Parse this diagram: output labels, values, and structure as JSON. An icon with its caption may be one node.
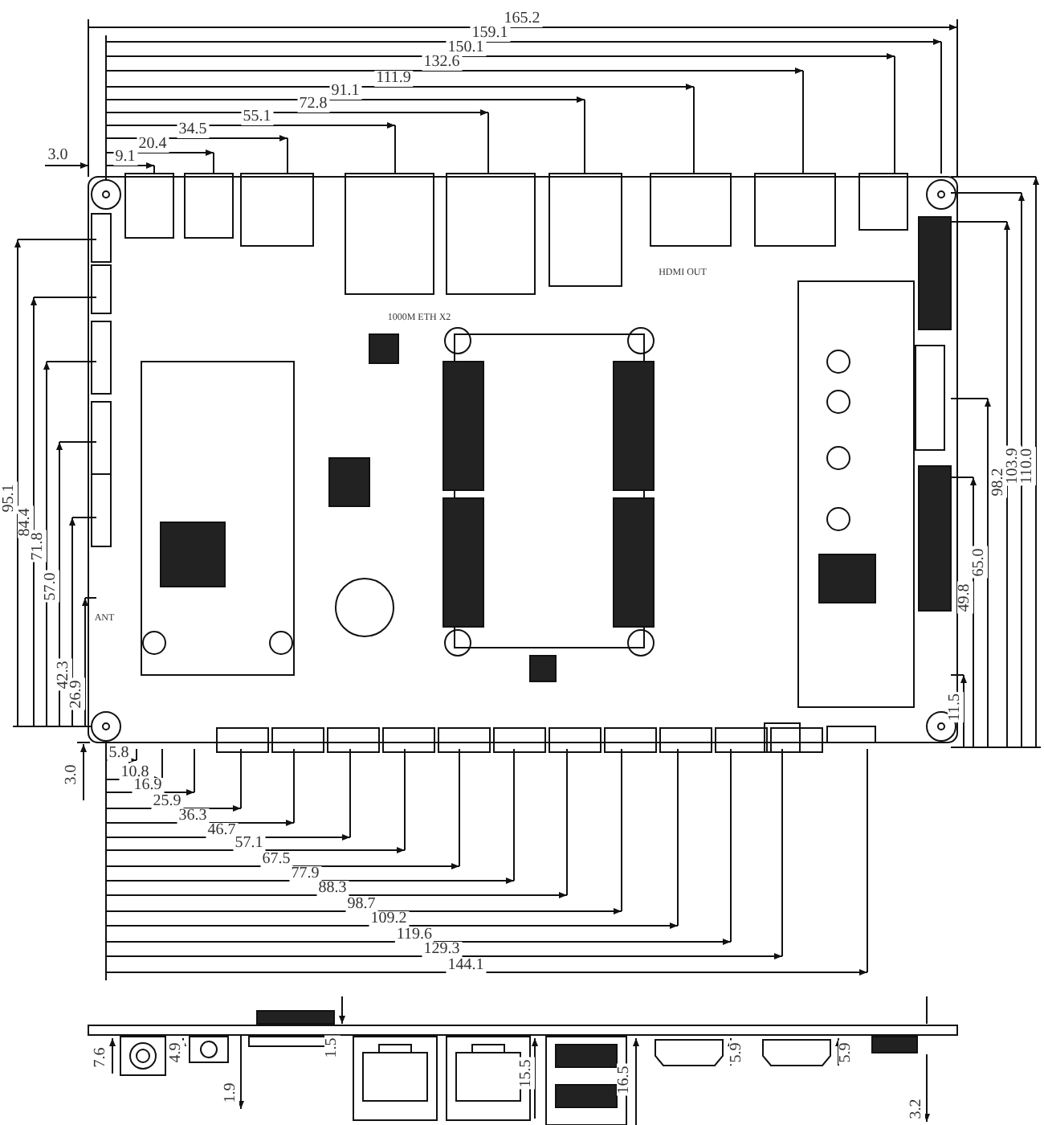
{
  "diagram": {
    "labels": [
      "165.2",
      "159.1",
      "150.1",
      "132.6",
      "111.9",
      "91.1",
      "72.8",
      "55.1",
      "34.5",
      "20.4",
      "3.0",
      "9.1",
      "95.1",
      "84.4",
      "71.8",
      "57.0",
      "42.3",
      "26.9",
      "11.5",
      "49.8",
      "65.0",
      "98.2",
      "103.9",
      "110.0",
      "HDMI OUT",
      "1000M ETH X2",
      "ANT",
      "3.0",
      "5.8",
      "10.8",
      "16.9",
      "25.9",
      "36.3",
      "46.7",
      "57.1",
      "67.5",
      "77.9",
      "88.3",
      "98.7",
      "109.2",
      "119.6",
      "129.3",
      "144.1",
      "7.6",
      "4.9",
      "1.9",
      "1.5",
      "15.5",
      "16.5",
      "5.9",
      "5.9",
      "3.2"
    ]
  }
}
